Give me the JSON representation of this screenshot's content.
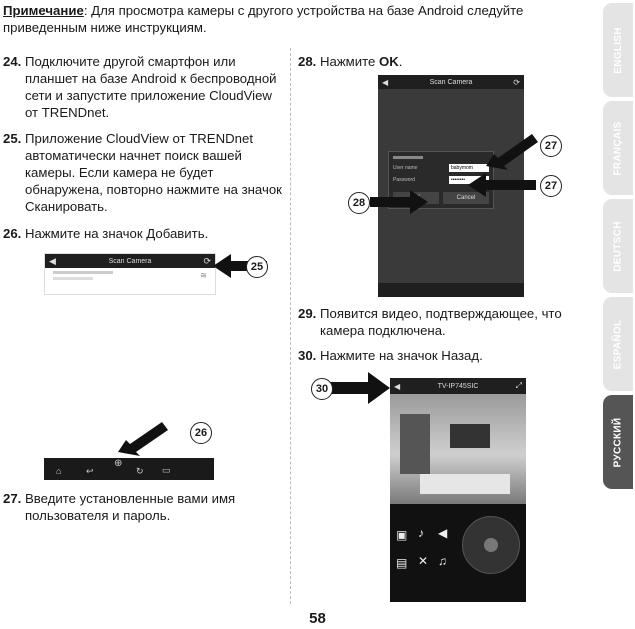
{
  "note": {
    "label": "Примечание",
    "text": ": Для просмотра камеры с другого устройства на базе Android следуйте приведенным ниже инструкциям."
  },
  "steps": [
    {
      "num": "24.",
      "text": "Подключите другой смартфон или планшет на базе Android к беспроводной сети и запустите приложение CloudView от TRENDnet."
    },
    {
      "num": "25.",
      "text": "Приложение CloudView от TRENDnet автоматически начнет поиск вашей камеры. Если камера не будет обнаружена, повторно нажмите на значок Сканировать."
    },
    {
      "num": "26.",
      "text": "Нажмите на значок Добавить."
    },
    {
      "num": "27.",
      "text": "Введите установленные вами имя пользователя и пароль."
    },
    {
      "num": "28.",
      "text_pre": "Нажмите ",
      "text_bold": "OK",
      "text_post": "."
    },
    {
      "num": "29.",
      "text": "Появится видео, подтверждающее, что камера подключена."
    },
    {
      "num": "30.",
      "text": "Нажмите на значок Назад."
    }
  ],
  "screens": {
    "scan_title": "Scan Camera",
    "login_user_label": "User name",
    "login_user_value": "babymom",
    "login_pass_label": "Password",
    "login_pass_value": "••••••••",
    "login_ok": "OK",
    "login_cancel": "Cancel",
    "video_title": "TV-IP745SIC"
  },
  "callouts": {
    "c25": "25",
    "c26": "26",
    "c27a": "27",
    "c27b": "27",
    "c28": "28",
    "c30": "30"
  },
  "tabs": [
    "ENGLISH",
    "FRANÇAIS",
    "DEUTSCH",
    "ESPAÑOL",
    "РУССКИЙ"
  ],
  "page_number": "58"
}
